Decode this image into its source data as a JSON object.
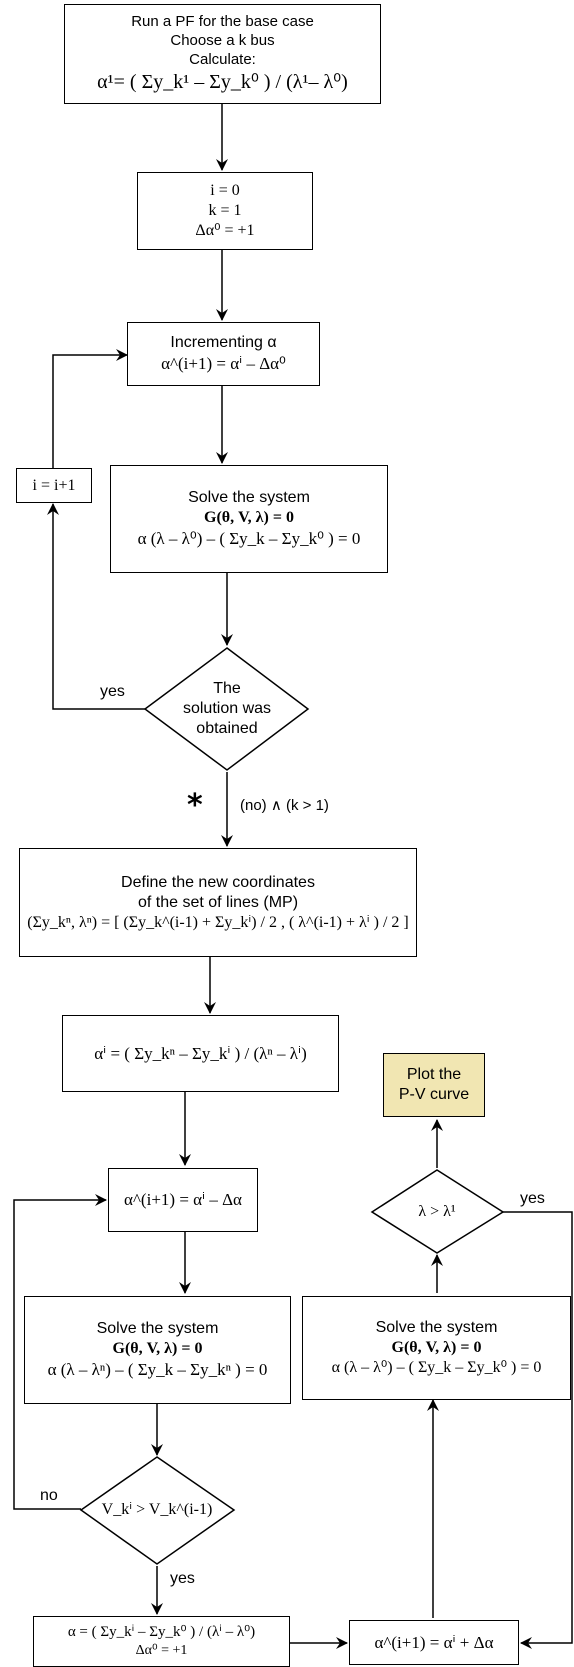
{
  "box_base_case": {
    "line1": "Run a PF for the base case",
    "line2": "Choose a k bus",
    "line3": "Calculate:",
    "line4": "α¹= ( Σy_k¹ – Σy_k⁰ ) / (λ¹– λ⁰)"
  },
  "box_init": {
    "line1": "i = 0",
    "line2": "k = 1",
    "line3": "Δα⁰ = +1"
  },
  "box_increment": {
    "line1": "Incrementing α",
    "line2": "α^(i+1) = αⁱ – Δα⁰"
  },
  "box_i_inc": {
    "label": "i = i+1"
  },
  "box_solve1": {
    "line1": "Solve the system",
    "line2": "G(θ, V, λ) = 0",
    "line3": "α (λ – λ⁰) – ( Σy_k – Σy_k⁰ ) = 0"
  },
  "diamond_solution": {
    "line1": "The",
    "line2": "solution was",
    "line3": "obtained"
  },
  "labels": {
    "yes_left": "yes",
    "asterisk": "*",
    "no_condition": "(no)  ∧  (k > 1)",
    "no_bottom": "no",
    "yes_bottom": "yes",
    "yes_right": "yes"
  },
  "box_define": {
    "line1": "Define the new coordinates",
    "line2": "of the set of lines  (MP)",
    "line3": "(Σy_kⁿ, λⁿ) = [ (Σy_k^(i-1) + Σy_kⁱ) / 2 , ( λ^(i-1) + λⁱ ) / 2 ]"
  },
  "box_alpha_i": {
    "line1": "αⁱ = ( Σy_kⁿ – Σy_kⁱ ) / (λⁿ – λⁱ)"
  },
  "box_plot": {
    "line1": "Plot the",
    "line2": "P-V curve"
  },
  "box_alpha_step": {
    "line1": "α^(i+1) = αⁱ – Δα"
  },
  "diamond_lambda": {
    "line1": "λ > λ¹"
  },
  "box_solve2": {
    "line1": "Solve the system",
    "line2": "G(θ, V, λ) = 0",
    "line3": "α (λ – λⁿ) – ( Σy_k – Σy_kⁿ ) = 0"
  },
  "box_solve3": {
    "line1": "Solve the system",
    "line2": "G(θ, V, λ) = 0",
    "line3": "α (λ – λ⁰) – ( Σy_k – Σy_k⁰ ) = 0"
  },
  "diamond_v": {
    "line1": "V_kⁱ > V_k^(i-1)"
  },
  "box_alpha_final": {
    "line1": "α = ( Σy_kⁱ – Σy_k⁰ ) / (λⁱ – λ⁰)",
    "line2": "Δα⁰ = +1"
  },
  "box_alpha_plus": {
    "line1": "α^(i+1) = αⁱ + Δα"
  },
  "colors": {
    "plot_fill": "#f1e6b2",
    "stroke": "#000000"
  }
}
